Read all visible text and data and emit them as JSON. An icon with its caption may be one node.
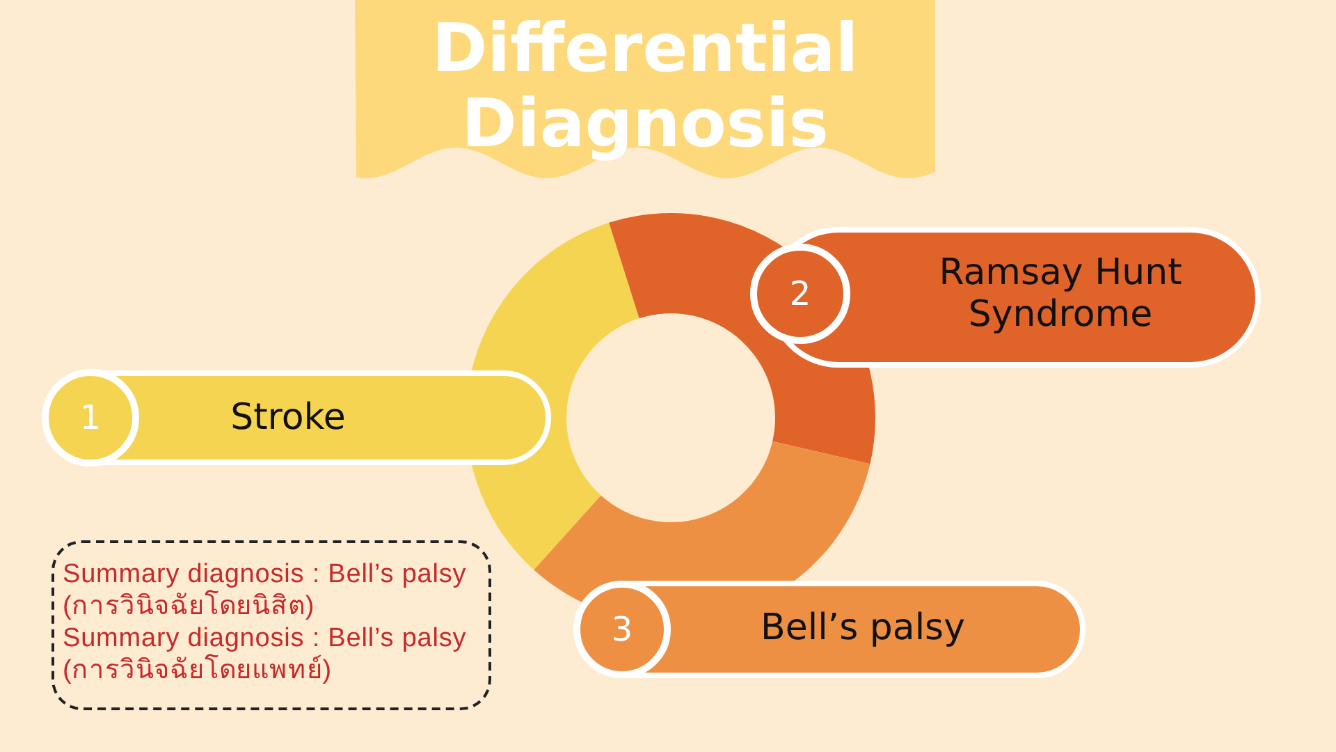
{
  "diagram": {
    "title": "Differential Diagnosis",
    "nodes": [
      {
        "text": [
          "1",
          "Stroke"
        ]
      },
      {
        "text": [
          "2",
          "Ramsay Hunt Syndrome"
        ]
      },
      {
        "text": [
          "3",
          "Bell’s palsy"
        ]
      },
      {
        "text": [
          "Summary diagnosis : Bell’s palsy (การวินิจฉัยโดยนิสิต)",
          "Summary diagnosis : Bell’s palsy (การวินิจฉัยโดยแพทย์)"
        ]
      }
    ]
  }
}
